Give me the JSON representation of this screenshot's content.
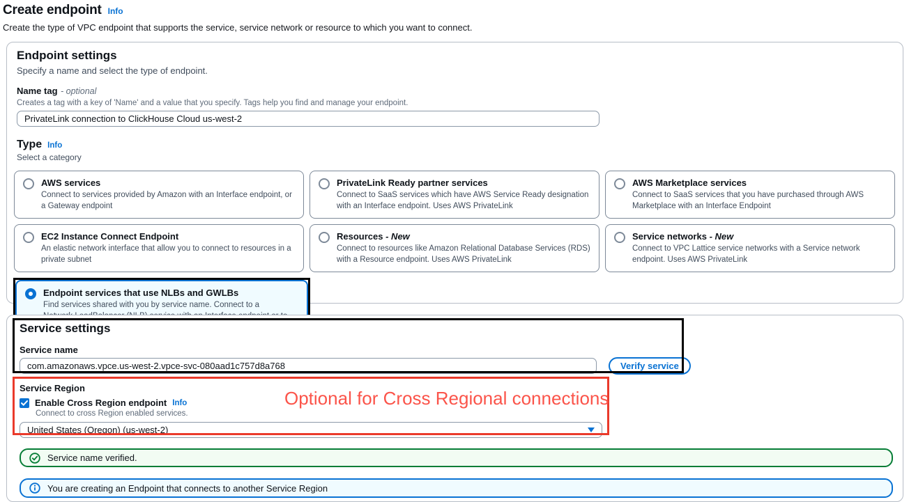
{
  "page": {
    "title": "Create endpoint",
    "info_label": "Info",
    "description": "Create the type of VPC endpoint that supports the service, service network or resource to which you want to connect."
  },
  "endpoint_settings": {
    "title": "Endpoint settings",
    "subtitle": "Specify a name and select the type of endpoint.",
    "name_tag": {
      "label": "Name tag",
      "optional_label": "- optional",
      "help": "Creates a tag with a key of 'Name' and a value that you specify. Tags help you find and manage your endpoint.",
      "value": "PrivateLink connection to ClickHouse Cloud us-west-2"
    },
    "type": {
      "label": "Type",
      "info_label": "Info",
      "subtitle": "Select a category",
      "options": [
        {
          "title": "AWS services",
          "suffix": "",
          "description": "Connect to services provided by Amazon with an Interface endpoint, or a Gateway endpoint",
          "selected": false
        },
        {
          "title": "PrivateLink Ready partner services",
          "suffix": "",
          "description": "Connect to SaaS services which have AWS Service Ready designation with an Interface endpoint. Uses AWS PrivateLink",
          "selected": false
        },
        {
          "title": "AWS Marketplace services",
          "suffix": "",
          "description": "Connect to SaaS services that you have purchased through AWS Marketplace with an Interface Endpoint",
          "selected": false
        },
        {
          "title": "EC2 Instance Connect Endpoint",
          "suffix": "",
          "description": "An elastic network interface that allow you to connect to resources in a private subnet",
          "selected": false
        },
        {
          "title": "Resources",
          "suffix": "- New",
          "description": "Connect to resources like Amazon Relational Database Services (RDS) with a Resource endpoint. Uses AWS PrivateLink",
          "selected": false
        },
        {
          "title": "Service networks",
          "suffix": "- New",
          "description": "Connect to VPC Lattice service networks with a Service network endpoint. Uses AWS PrivateLink",
          "selected": false
        },
        {
          "title": "Endpoint services that use NLBs and GWLBs",
          "suffix": "",
          "description": "Find services shared with you by service name. Connect to a Network LoadBalancer (NLB) service with an Interface endpoint or to a Gateway LoadBalancer (GWLB) service with a Gateway Load Balancer endpoint",
          "selected": true
        }
      ]
    }
  },
  "service_settings": {
    "title": "Service settings",
    "service_name": {
      "label": "Service name",
      "value": "com.amazonaws.vpce.us-west-2.vpce-svc-080aad1c757d8a768",
      "verify_button_label": "Verify service"
    },
    "service_region": {
      "label": "Service Region",
      "checkbox_label": "Enable Cross Region endpoint",
      "checkbox_checked": true,
      "info_label": "Info",
      "help": "Connect to cross Region enabled services.",
      "selected_region": "United States (Oregon) (us-west-2)"
    },
    "annotation_text": "Optional for Cross Regional connections",
    "alerts": {
      "success": "Service name verified.",
      "info": "You are creating an Endpoint that connects to another Service Region"
    }
  },
  "colors": {
    "accent_blue": "#0972d3",
    "selected_tile_bg": "#f0fbff",
    "success_green": "#067d36",
    "success_bg": "#f2fcf3",
    "info_bg": "#f0fbff",
    "annotation_black": "#000000",
    "annotation_red_border": "#ea3a2b",
    "annotation_red_text": "#fb544a",
    "tile_border": "#7d8998",
    "input_border": "#8c99a8"
  }
}
